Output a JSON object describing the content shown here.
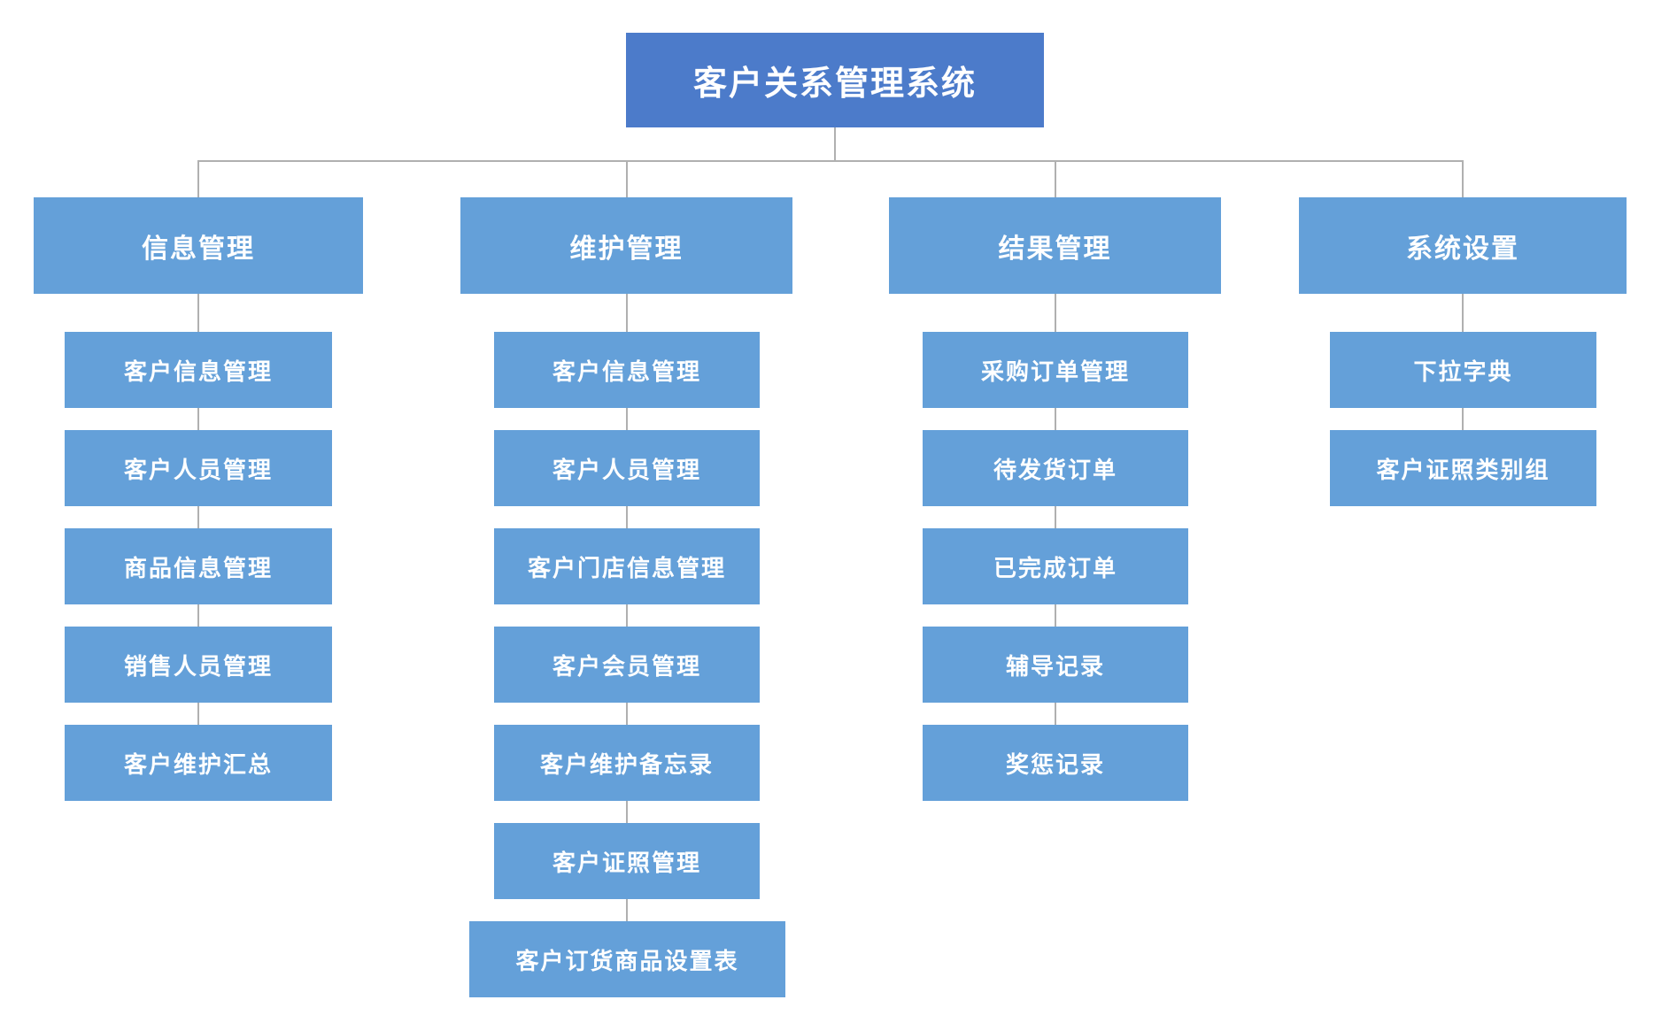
{
  "diagram": {
    "title": "客户关系管理系统",
    "root": {
      "label": "客户关系管理系统"
    },
    "columns": [
      {
        "header": "信息管理",
        "children": [
          "客户信息管理",
          "客户人员管理",
          "商品信息管理",
          "销售人员管理",
          "客户维护汇总"
        ]
      },
      {
        "header": "维护管理",
        "children": [
          "客户信息管理",
          "客户人员管理",
          "客户门店信息管理",
          "客户会员管理",
          "客户维护备忘录",
          "客户证照管理",
          "客户订货商品设置表"
        ]
      },
      {
        "header": "结果管理",
        "children": [
          "采购订单管理",
          "待发货订单",
          "已完成订单",
          "辅导记录",
          "奖惩记录"
        ]
      },
      {
        "header": "系统设置",
        "children": [
          "下拉字典",
          "客户证照类别组"
        ]
      }
    ],
    "colors": {
      "root_fill": "#4c7bca",
      "node_fill": "#64a0d9",
      "connector": "#b0b0b0",
      "text": "#ffffff",
      "background": "#ffffff"
    }
  }
}
